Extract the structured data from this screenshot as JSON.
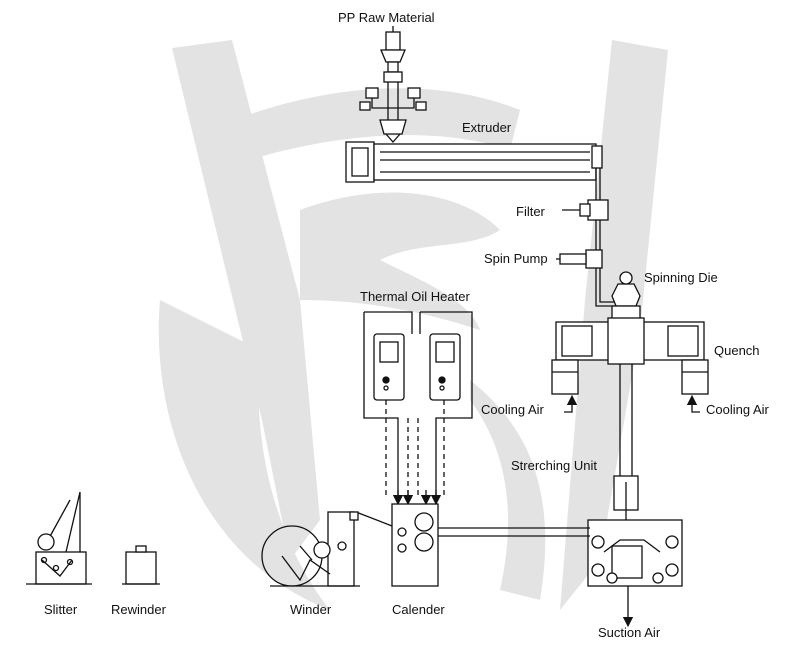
{
  "labels": {
    "raw_material": "PP Raw Material",
    "extruder": "Extruder",
    "filter": "Filter",
    "spin_pump": "Spin Pump",
    "spinning_die": "Spinning Die",
    "thermal_oil_heater": "Thermal Oil Heater",
    "quench": "Quench",
    "cooling_air_left": "Cooling Air",
    "cooling_air_right": "Cooling Air",
    "stretching_unit": "Strerching Unit",
    "suction_air": "Suction Air",
    "slitter": "Slitter",
    "rewinder": "Rewinder",
    "winder": "Winder",
    "calender": "Calender"
  },
  "colors": {
    "line": "#111111",
    "watermark": "#e3e3e3",
    "equipment_fill": "#ffffff"
  },
  "watermark": {
    "icon": "calligraphic-logo-watermark"
  }
}
